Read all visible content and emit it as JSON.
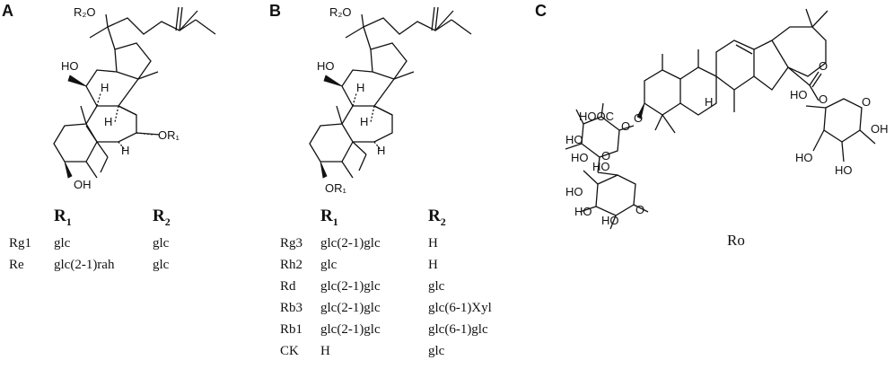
{
  "panels": {
    "a": {
      "letter": "A",
      "atoms": {
        "r2o": "R₂O",
        "ho": "HO",
        "h1": "H",
        "h2": "H",
        "h3": "H",
        "or1": "OR₁",
        "oh": "OH"
      },
      "header": {
        "r1": "R",
        "r1_sub": "1",
        "r2": "R",
        "r2_sub": "2"
      },
      "rows": [
        {
          "name": "Rg1",
          "r1": "glc",
          "r2": "glc"
        },
        {
          "name": "Re",
          "r1": "glc(2-1)rah",
          "r2": "glc"
        }
      ]
    },
    "b": {
      "letter": "B",
      "atoms": {
        "r2o": "R₂O",
        "ho": "HO",
        "h1": "H",
        "h2": "H",
        "h3": "H",
        "or1": "OR₁"
      },
      "header": {
        "r1": "R",
        "r1_sub": "1",
        "r2": "R",
        "r2_sub": "2"
      },
      "rows": [
        {
          "name": "Rg3",
          "r1": "glc(2-1)glc",
          "r2": "H"
        },
        {
          "name": "Rh2",
          "r1": "glc",
          "r2": "H"
        },
        {
          "name": "Rd",
          "r1": "glc(2-1)glc",
          "r2": "glc"
        },
        {
          "name": "Rb3",
          "r1": "glc(2-1)glc",
          "r2": "glc(6-1)Xyl"
        },
        {
          "name": "Rb1",
          "r1": "glc(2-1)glc",
          "r2": "glc(6-1)glc"
        },
        {
          "name": "CK",
          "r1": "H",
          "r2": "glc"
        }
      ]
    },
    "c": {
      "letter": "C",
      "caption": "Ro",
      "atoms": {
        "hooc": "HOOC",
        "ho1": "HO",
        "ho2": "HO",
        "ho3": "HO",
        "ho4": "HO",
        "ho5": "HO",
        "ho6": "HO",
        "o1": "O",
        "o2": "O",
        "o3": "O",
        "o4": "O",
        "o5": "O",
        "o6": "O",
        "o7": "O",
        "oh1": "OH",
        "ho7": "HO",
        "ho8": "HO",
        "ho9": "HO",
        "h": "H"
      }
    }
  }
}
